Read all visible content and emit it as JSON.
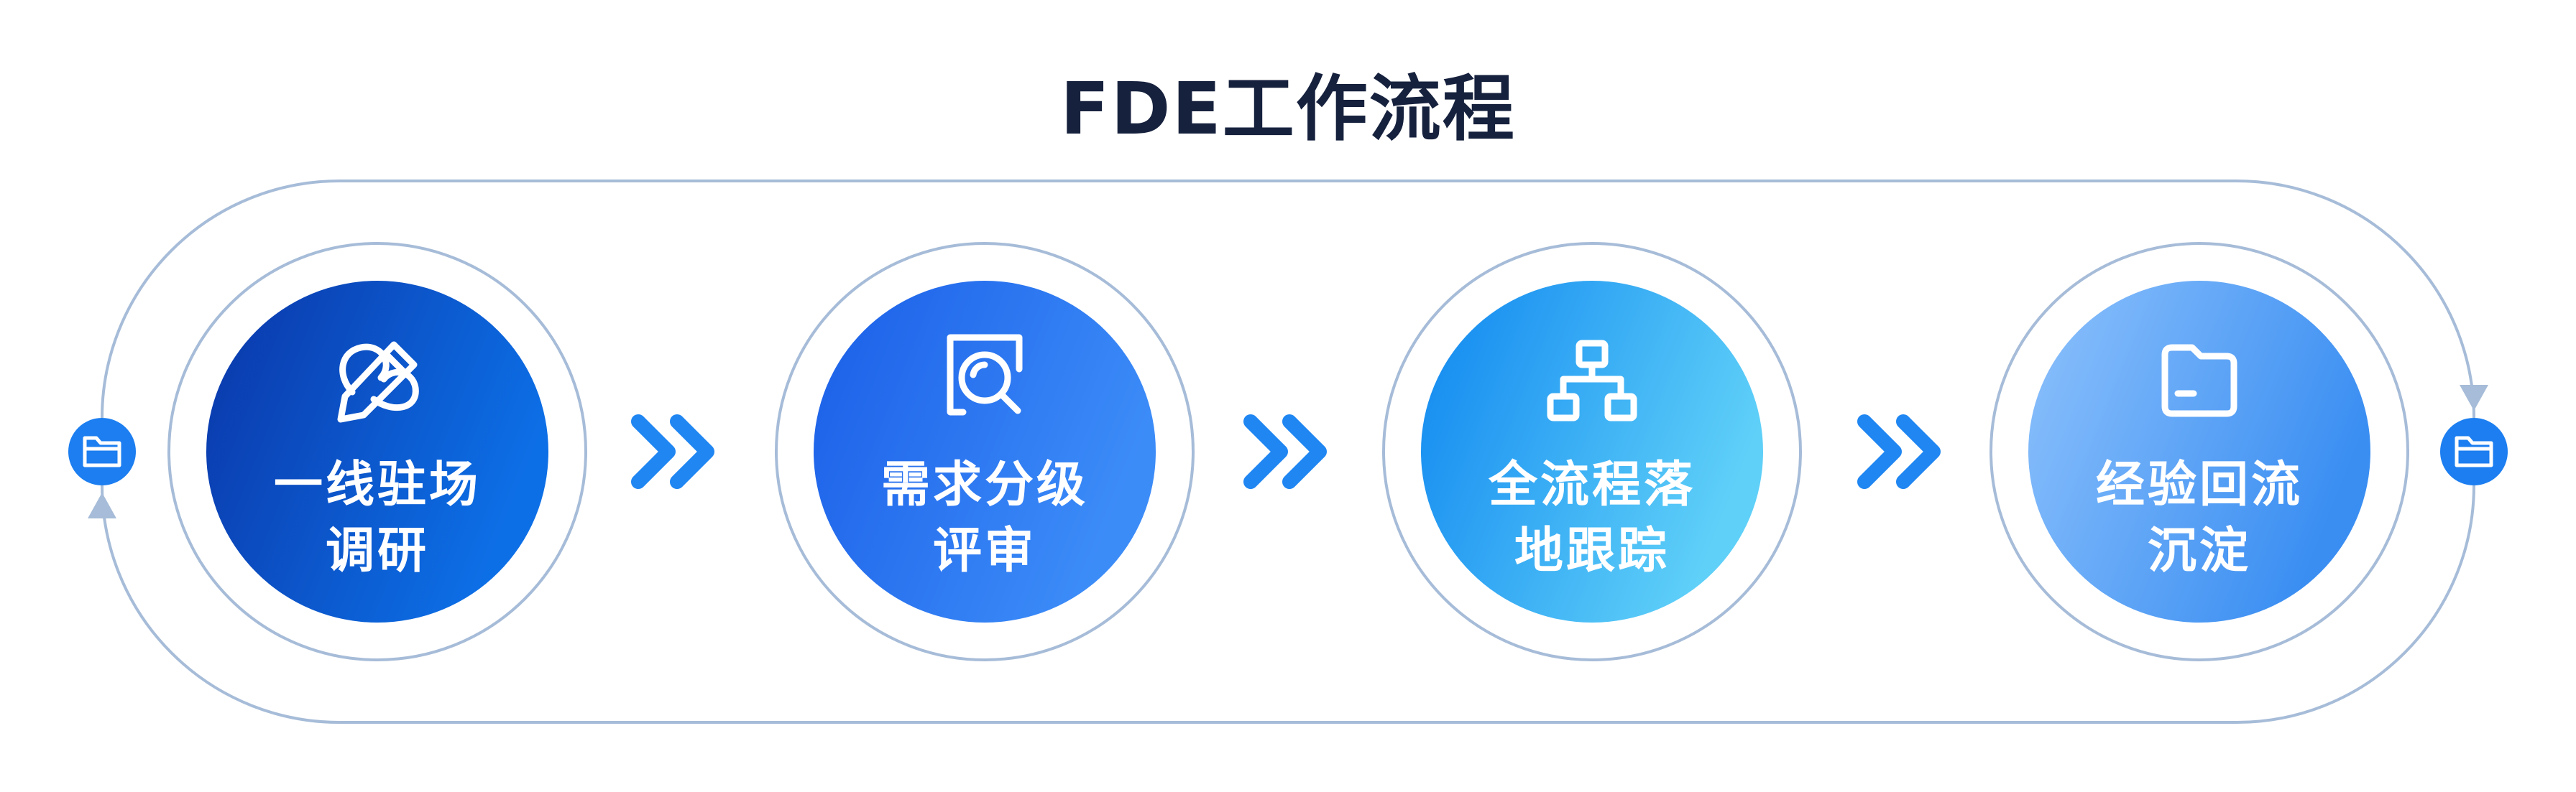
{
  "title": "FDE工作流程",
  "steps": [
    {
      "line1": "一线驻场",
      "line2": "调研",
      "icon": "pencil-icon"
    },
    {
      "line1": "需求分级",
      "line2": "评审",
      "icon": "magnifier-icon"
    },
    {
      "line1": "全流程落",
      "line2": "地跟踪",
      "icon": "hierarchy-icon"
    },
    {
      "line1": "经验回流",
      "line2": "沉淀",
      "icon": "folder-icon"
    }
  ],
  "colors": {
    "title": "#16213d",
    "loop": "#a6bcd8",
    "chevron": "#1f86f2",
    "node": "#1c7ef0"
  }
}
